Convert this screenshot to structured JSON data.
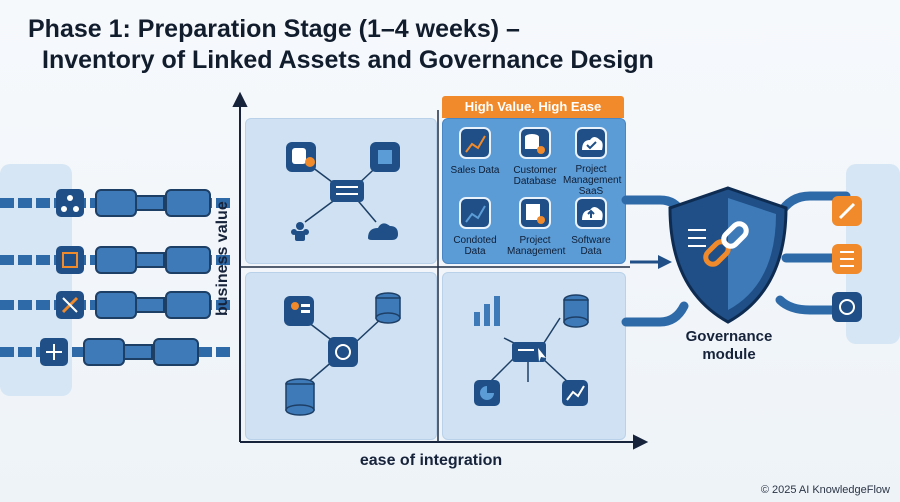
{
  "title": {
    "line1": "Phase 1: Preparation Stage (1–4 weeks) –",
    "line2": "Inventory of Linked Assets and Governance Design"
  },
  "axes": {
    "y_label": "business value",
    "x_label": "ease of integration"
  },
  "high_value_quadrant": {
    "label": "High Value, High Ease",
    "tiles": [
      {
        "label": "Sales Data",
        "icon": "bar-chart-icon"
      },
      {
        "label": "Customer Database",
        "icon": "database-user-icon"
      },
      {
        "label": "Project Management SaaS",
        "icon": "cloud-check-icon"
      },
      {
        "label": "Condoted Data",
        "icon": "bar-chart-icon"
      },
      {
        "label": "Project Management",
        "icon": "checklist-icon"
      },
      {
        "label": "Software Data",
        "icon": "cloud-upload-icon"
      }
    ]
  },
  "governance": {
    "label_line1": "Governance",
    "label_line2": "module",
    "icon": "shield-chain-icon"
  },
  "left_connectors": [
    "network-icon",
    "nodes-icon",
    "tools-icon",
    "plugin-icon"
  ],
  "right_connectors": [
    "link-icon",
    "list-icon",
    "openai-icon"
  ],
  "colors": {
    "navy": "#1f4f86",
    "blue": "#5b9bd6",
    "light_blue": "#cfe1f2",
    "orange": "#f08a2b"
  },
  "footer": "© 2025 AI KnowledgeFlow"
}
